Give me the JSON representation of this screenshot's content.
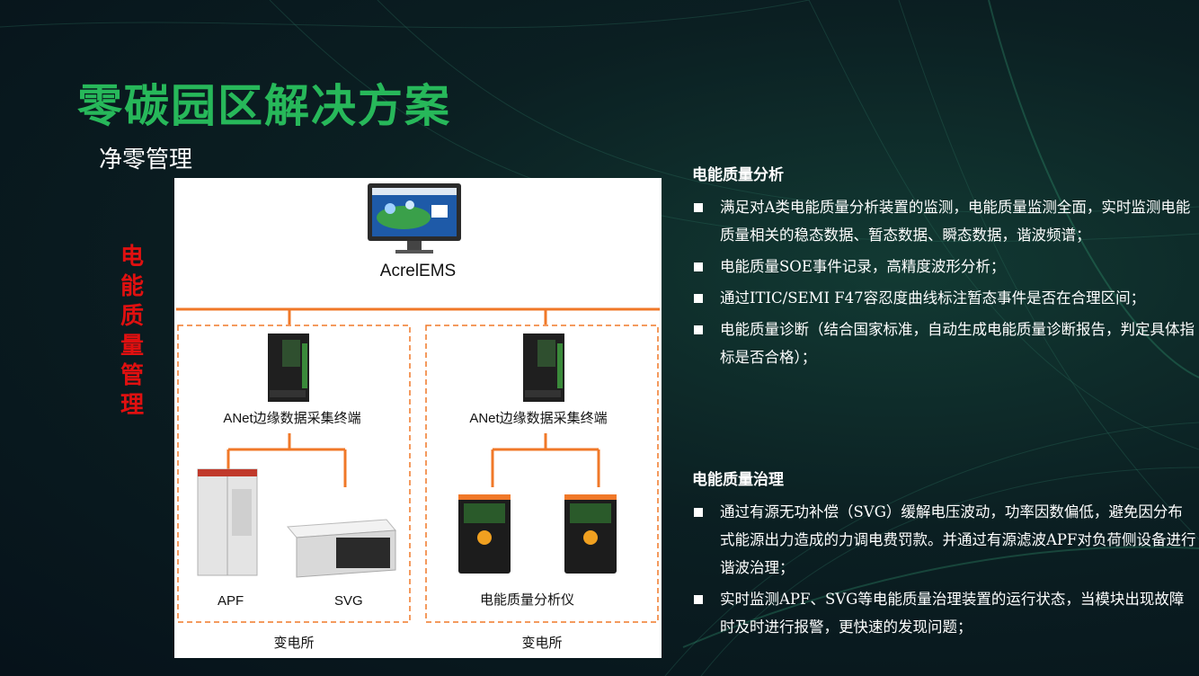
{
  "page": {
    "title": "零碳园区解决方案",
    "subtitle": "净零管理",
    "side_label": "电能质量管理"
  },
  "diagram": {
    "ems_label": "AcrelEMS",
    "gateway_left_label": "ANet边缘数据采集终端",
    "gateway_right_label": "ANet边缘数据采集终端",
    "apf_label": "APF",
    "svg_label": "SVG",
    "analyzer_label": "电能质量分析仪",
    "substation_left_label": "变电所",
    "substation_right_label": "变电所",
    "line_color": "#f07828"
  },
  "analysis": {
    "title": "电能质量分析",
    "bullets": [
      "满足对A类电能质量分析装置的监测，电能质量监测全面，实时监测电能质量相关的稳态数据、暂态数据、瞬态数据，谐波频谱；",
      "电能质量SOE事件记录，高精度波形分析；",
      "通过ITIC/SEMI F47容忍度曲线标注暂态事件是否在合理区间；",
      "电能质量诊断（结合国家标准，自动生成电能质量诊断报告，判定具体指标是否合格）；"
    ]
  },
  "governance": {
    "title": "电能质量治理",
    "bullets": [
      "通过有源无功补偿（SVG）缓解电压波动，功率因数偏低，避免因分布式能源出力造成的力调电费罚款。并通过有源滤波APF对负荷侧设备进行谐波治理；",
      "实时监测APF、SVG等电能质量治理装置的运行状态，当模块出现故障时及时进行报警，更快速的发现问题；"
    ]
  },
  "colors": {
    "title_green": "#27b85a",
    "side_label_red": "#e01010",
    "orange": "#f07828"
  }
}
